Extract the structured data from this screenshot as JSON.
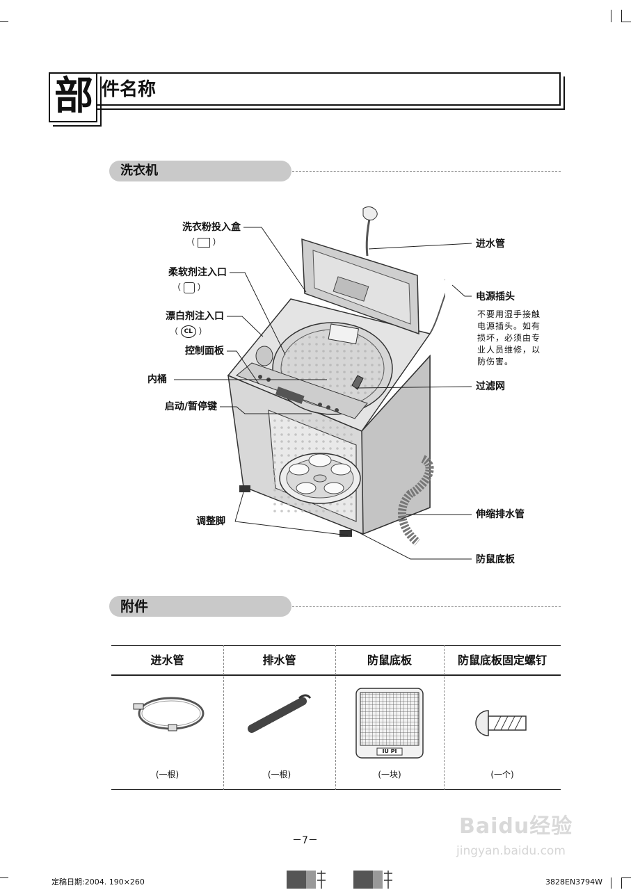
{
  "header": {
    "big_char": "部",
    "title_rest": "件名称"
  },
  "sections": {
    "washer": "洗衣机",
    "accessories": "附件"
  },
  "callouts_left": {
    "detergent": "洗衣粉投入盒",
    "softener": "柔软剂注入口",
    "bleach": "漂白剂注入口",
    "bleach_symbol": "CL",
    "control_panel": "控制面板",
    "drum": "内桶",
    "start_pause": "启动/暂停键",
    "feet": "调整脚"
  },
  "callouts_right": {
    "inlet_hose": "进水管",
    "power_plug": "电源插头",
    "plug_note": "不要用湿手接触电源插头。如有损坏，必须由专业人员维修，以防伤害。",
    "lint_filter": "过滤网",
    "drain_hose": "伸缩排水管",
    "rat_board": "防鼠底板"
  },
  "accessories": [
    {
      "name": "进水管",
      "qty": "(一根)"
    },
    {
      "name": "排水管",
      "qty": "(一根)"
    },
    {
      "name": "防鼠底板",
      "qty": "(一块)",
      "label": "IU PI"
    },
    {
      "name": "防鼠底板固定螺钉",
      "qty": "(一个)"
    }
  ],
  "footer": {
    "page_number": "－7－",
    "left": "定稿日期:2004.  190×260",
    "right": "3828EN3794W"
  },
  "watermark": {
    "logo": "Baidu经验",
    "url": "jingyan.baidu.com"
  }
}
